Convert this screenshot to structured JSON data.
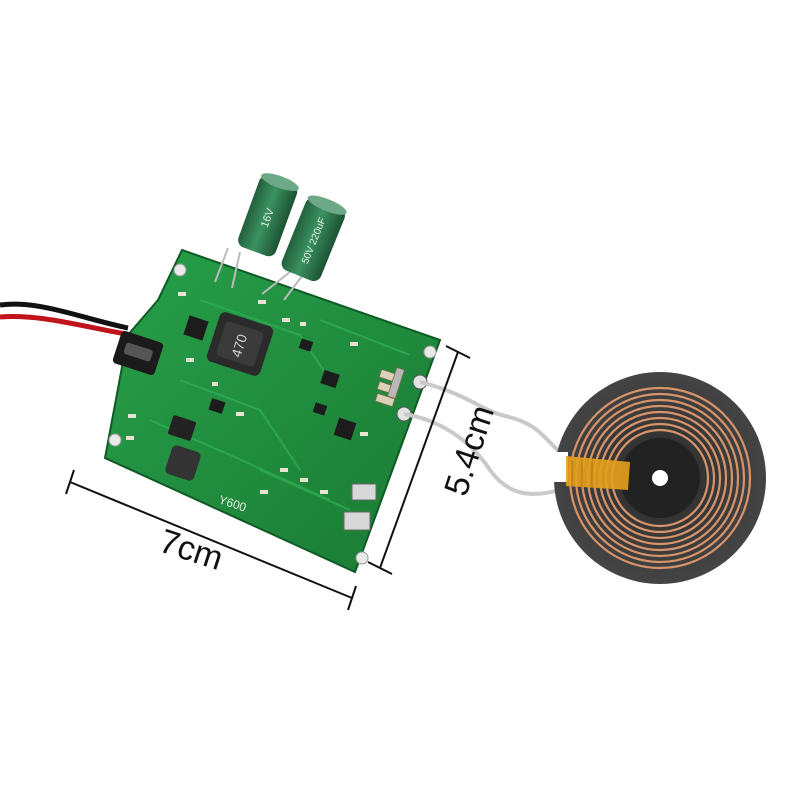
{
  "dimensions": {
    "width_label": "7cm",
    "height_label": "5.4cm"
  },
  "board": {
    "silkscreen_model": "Y600",
    "inductor_marking": "470",
    "capacitor_1_marking": "16V",
    "capacitor_2_marking": "50V 220uF"
  },
  "colors": {
    "pcb_green": "#1f8a3c",
    "coil_copper": "#d7936a",
    "coil_backing": "#3a3a3a",
    "flex_tape": "#e6a11c",
    "capacitor_green": "#2f7a4e"
  },
  "icons": [
    "pcb-board",
    "receiver-coil",
    "electrolytic-capacitor",
    "power-inductor",
    "usb-port"
  ]
}
